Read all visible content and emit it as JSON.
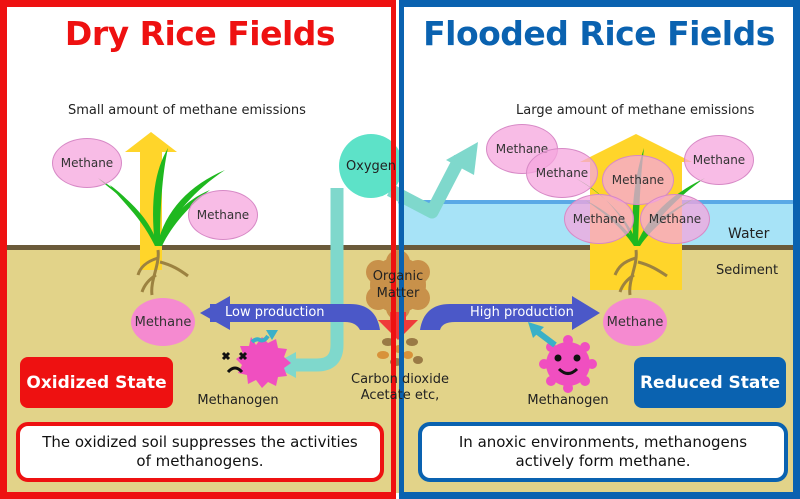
{
  "left_panel": {
    "title": "Dry Rice Fields",
    "emission_caption": "Small amount of methane emissions",
    "methane_bubbles": [
      "Methane",
      "Methane"
    ],
    "root_methane": "Methane",
    "flow_label": "Low production",
    "methanogen_label": "Methanogen",
    "methanogen_mood": "dead",
    "state_label": "Oxidized State",
    "description": "The oxidized soil suppresses the activities of methanogens.",
    "accent_color": "#ee1111"
  },
  "right_panel": {
    "title": "Flooded Rice Fields",
    "emission_caption": "Large amount of methane emissions",
    "methane_bubbles": [
      "Methane",
      "Methane",
      "Methane",
      "Methane",
      "Methane",
      "Methane"
    ],
    "root_methane": "Methane",
    "flow_label": "High production",
    "methanogen_label": "Methanogen",
    "methanogen_mood": "happy",
    "state_label": "Reduced State",
    "description": "In anoxic environments, methanogens actively form methane.",
    "water_label": "Water",
    "sediment_label": "Sediment",
    "accent_color": "#0a62b0"
  },
  "center": {
    "oxygen_label": "Oxygen",
    "organic_matter_label": "Organic Matter",
    "products_line1": "Carbon dioxide",
    "products_line2": "Acetate etc,"
  }
}
